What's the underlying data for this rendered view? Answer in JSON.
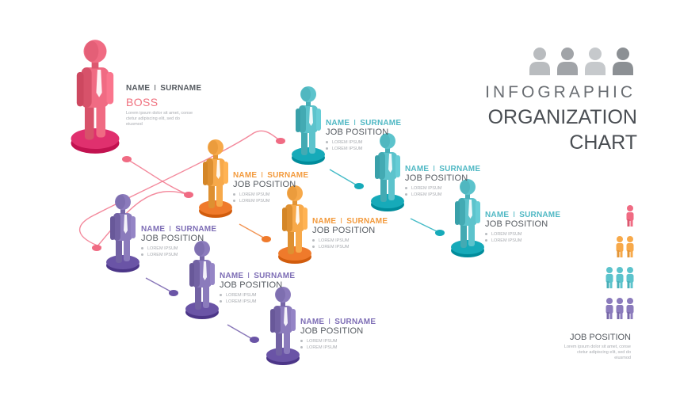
{
  "header": {
    "title_small": "INFOGRAPHIC",
    "title_line1": "ORGANIZATION",
    "title_line2": "CHART"
  },
  "boss": {
    "name_first": "NAME",
    "separator": "I",
    "name_last": "SURNAME",
    "role": "BOSS",
    "desc_line1": "Lorem ipsum dolor sit amet, conse",
    "desc_line2": "ctetur adipiscing elit, sed do",
    "desc_line3": "eiusmod"
  },
  "employees": [
    {
      "name_first": "NAME",
      "separator": "I",
      "name_last": "SURNAME",
      "position": "JOB POSITION",
      "bullet1": "LOREM IPSUM",
      "bullet2": "LOREM IPSUM",
      "group": "teal"
    },
    {
      "name_first": "NAME",
      "separator": "I",
      "name_last": "SURNAME",
      "position": "JOB POSITION",
      "bullet1": "LOREM IPSUM",
      "bullet2": "LOREM IPSUM",
      "group": "teal"
    },
    {
      "name_first": "NAME",
      "separator": "I",
      "name_last": "SURNAME",
      "position": "JOB POSITION",
      "bullet1": "LOREM IPSUM",
      "bullet2": "LOREM IPSUM",
      "group": "teal"
    },
    {
      "name_first": "NAME",
      "separator": "I",
      "name_last": "SURNAME",
      "position": "JOB POSITION",
      "bullet1": "LOREM IPSUM",
      "bullet2": "LOREM IPSUM",
      "group": "orange"
    },
    {
      "name_first": "NAME",
      "separator": "I",
      "name_last": "SURNAME",
      "position": "JOB POSITION",
      "bullet1": "LOREM IPSUM",
      "bullet2": "LOREM IPSUM",
      "group": "orange"
    },
    {
      "name_first": "NAME",
      "separator": "I",
      "name_last": "SURNAME",
      "position": "JOB POSITION",
      "bullet1": "LOREM IPSUM",
      "bullet2": "LOREM IPSUM",
      "group": "purple"
    },
    {
      "name_first": "NAME",
      "separator": "I",
      "name_last": "SURNAME",
      "position": "JOB POSITION",
      "bullet1": "LOREM IPSUM",
      "bullet2": "LOREM IPSUM",
      "group": "purple"
    },
    {
      "name_first": "NAME",
      "separator": "I",
      "name_last": "SURNAME",
      "position": "JOB POSITION",
      "bullet1": "LOREM IPSUM",
      "bullet2": "LOREM IPSUM",
      "group": "purple"
    }
  ],
  "legend": {
    "title": "JOB POSITION",
    "desc_line1": "Lorem ipsum dolor sit amet, conse",
    "desc_line2": "ctetur adipiscing elit, sed do",
    "desc_line3": "eiusmod",
    "groups": [
      {
        "group": "pink",
        "count": 1
      },
      {
        "group": "orange",
        "count": 2
      },
      {
        "group": "teal",
        "count": 3
      },
      {
        "group": "purple",
        "count": 3
      }
    ]
  },
  "colors": {
    "pink": "#f06b83",
    "pink_base": "#e0306e",
    "teal": "#5cc3cc",
    "teal_base": "#16aab9",
    "orange": "#f7a94a",
    "orange_base": "#ef7a2b",
    "purple": "#8b7bbc",
    "purple_base": "#6a54a6",
    "header_icons": [
      "#b9bcbf",
      "#a1a4a8",
      "#c6c9cc",
      "#8c9094"
    ]
  },
  "icons": {
    "header": "people-group-icon",
    "person": "person-figure-icon"
  }
}
